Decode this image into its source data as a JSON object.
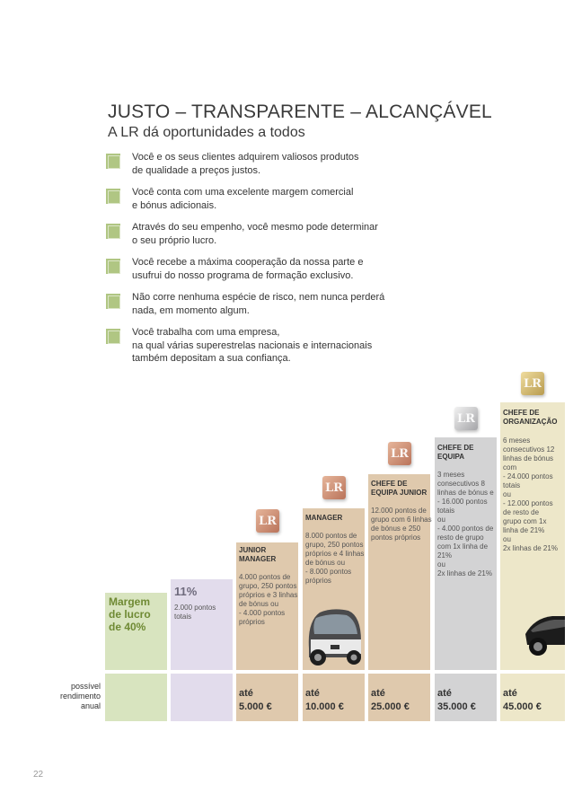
{
  "header": {
    "title": "JUSTO – TRANSPARENTE – ALCANÇÁVEL",
    "subtitle": "A LR dá oportunidades a todos"
  },
  "bullets": [
    {
      "text": "Você e os seus clientes adquirem valiosos produtos\nde qualidade a preços justos."
    },
    {
      "text": "Você conta com uma excelente margem comercial\ne bónus adicionais."
    },
    {
      "text": "Através do seu empenho, você mesmo pode determinar\no seu próprio lucro."
    },
    {
      "text": "Você recebe a máxima cooperação da nossa parte e\nusufrui do nosso programa de formação exclusivo."
    },
    {
      "text": "Não corre nenhuma espécie de risco, nem nunca perderá\nnada, em momento algum."
    },
    {
      "text": "Você trabalha com uma empresa,\nna qual várias superestrelas nacionais e internacionais\ntambém depositam a sua confiança."
    }
  ],
  "chart": {
    "row_label": "possível\nrendimento\nanual",
    "margin": {
      "label": "Margem\nde lucro\nde 40%"
    },
    "levels": [
      {
        "percent": "11%",
        "detail": "2.000 pontos\ntotais"
      },
      {
        "title": "JUNIOR\nMANAGER",
        "detail": "4.000 pontos de\ngrupo, 250 pontos\npróprios e 3 linhas\nde bónus ou\n- 4.000 pontos\n  próprios",
        "amount": "até\n5.000 €"
      },
      {
        "title": "MANAGER",
        "detail": "8.000 pontos de\ngrupo, 250 pontos\npróprios e 4 linhas\nde bónus ou\n- 8.000 pontos\n  próprios",
        "amount": "até\n10.000 €"
      },
      {
        "title": "CHEFE DE\nEQUIPA JUNIOR",
        "detail": "12.000 pontos de\ngrupo com 6 linhas\nde bónus e 250\npontos próprios",
        "amount": "até\n25.000 €"
      },
      {
        "title": "CHEFE DE\nEQUIPA",
        "detail": "3 meses\nconsecutivos 8\nlinhas de bónus e\n- 16.000 pontos\n  totais\nou\n- 4.000 pontos de\n  resto de grupo\n  com 1x linha de\n  21%\nou\n2x linhas de 21%",
        "amount": "até\n35.000 €"
      },
      {
        "title": "CHEFE DE\nORGANIZAÇÃO",
        "detail": "6 meses\nconsecutivos 12\nlinhas de bónus\ncom\n- 24.000 pontos\n  totais\nou\n- 12.000 pontos\n  de resto de\n  grupo com 1x\n  linha de 21%\nou\n2x linhas de 21%",
        "amount": "até\n45.000 €"
      }
    ]
  },
  "page_number": "22",
  "colors": {
    "green": "#d8e4bf",
    "lavender": "#e2dcec",
    "tan": "#dfc9ad",
    "gray": "#d3d3d4",
    "beige": "#ede7c9",
    "bullet": "#b0c683"
  },
  "icons": [
    "checkbox-icon",
    "lr-logo-icon",
    "smart-car-icon",
    "convertible-car-icon"
  ]
}
